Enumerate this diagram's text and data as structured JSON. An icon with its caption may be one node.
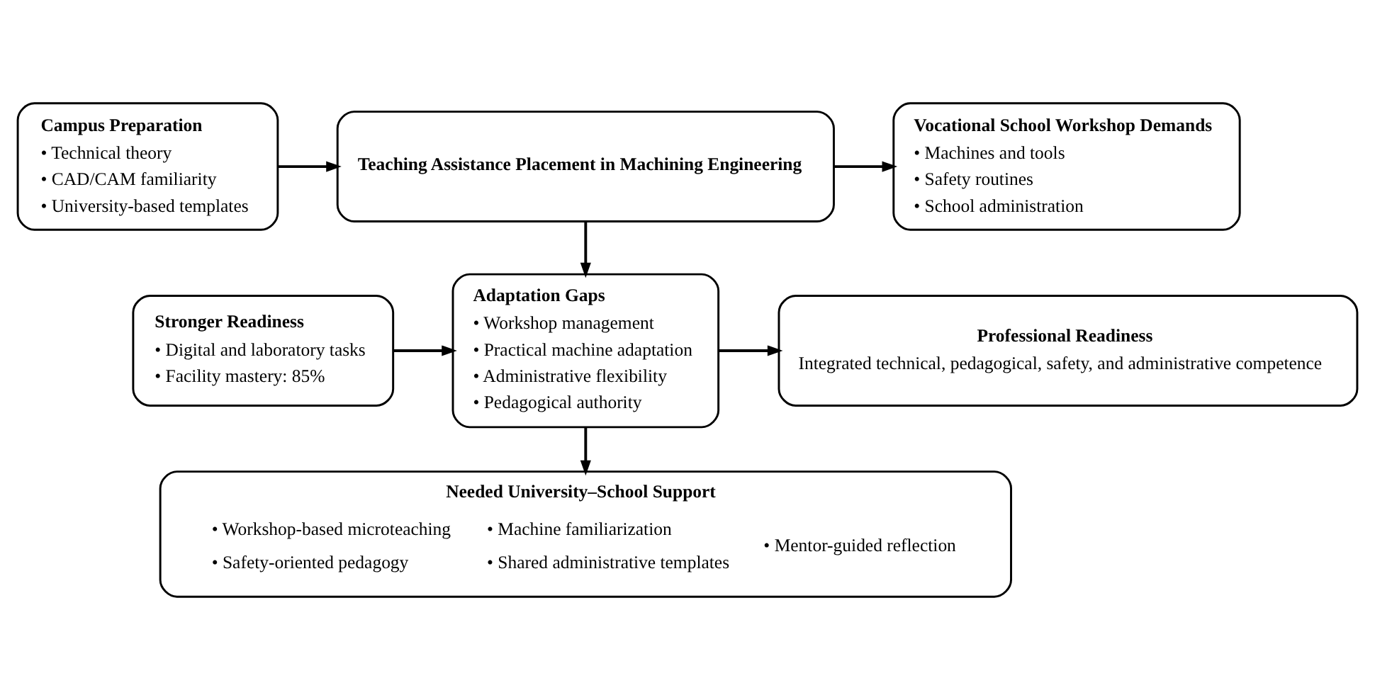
{
  "diagram": {
    "nodes": [
      {
        "text": [
          "Campus Preparation",
          "• Technical theory",
          "• CAD/CAM familiarity",
          "• University-based templates"
        ]
      },
      {
        "text": [
          "Teaching Assistance Placement in Machining Engineering"
        ]
      },
      {
        "text": [
          "Vocational School Workshop Demands",
          "• Machines and tools",
          "• Safety routines",
          "• School administration"
        ]
      },
      {
        "text": [
          "Stronger Readiness",
          "• Digital and laboratory tasks",
          "• Facility mastery: 85%"
        ]
      },
      {
        "text": [
          "Adaptation Gaps",
          "• Workshop management",
          "• Practical machine adaptation",
          "• Administrative flexibility",
          "• Pedagogical authority"
        ]
      },
      {
        "text": [
          "Professional Readiness",
          "Integrated technical, pedagogical, safety, and administrative competence"
        ]
      },
      {
        "text": [
          "Needed University–School Support",
          "• Workshop-based microteaching",
          "• Safety-oriented pedagogy",
          "• Machine familiarization",
          "• Shared administrative templates",
          "• Mentor-guided reflection"
        ]
      }
    ],
    "edges": [
      {
        "from": 0,
        "to": 1,
        "arrow": "to"
      },
      {
        "from": 1,
        "to": 2,
        "arrow": "to"
      },
      {
        "from": 1,
        "to": 4,
        "arrow": "to"
      },
      {
        "from": 3,
        "to": 4,
        "arrow": "to"
      },
      {
        "from": 4,
        "to": 5,
        "arrow": "to"
      },
      {
        "from": 4,
        "to": 6,
        "arrow": "to"
      }
    ]
  }
}
